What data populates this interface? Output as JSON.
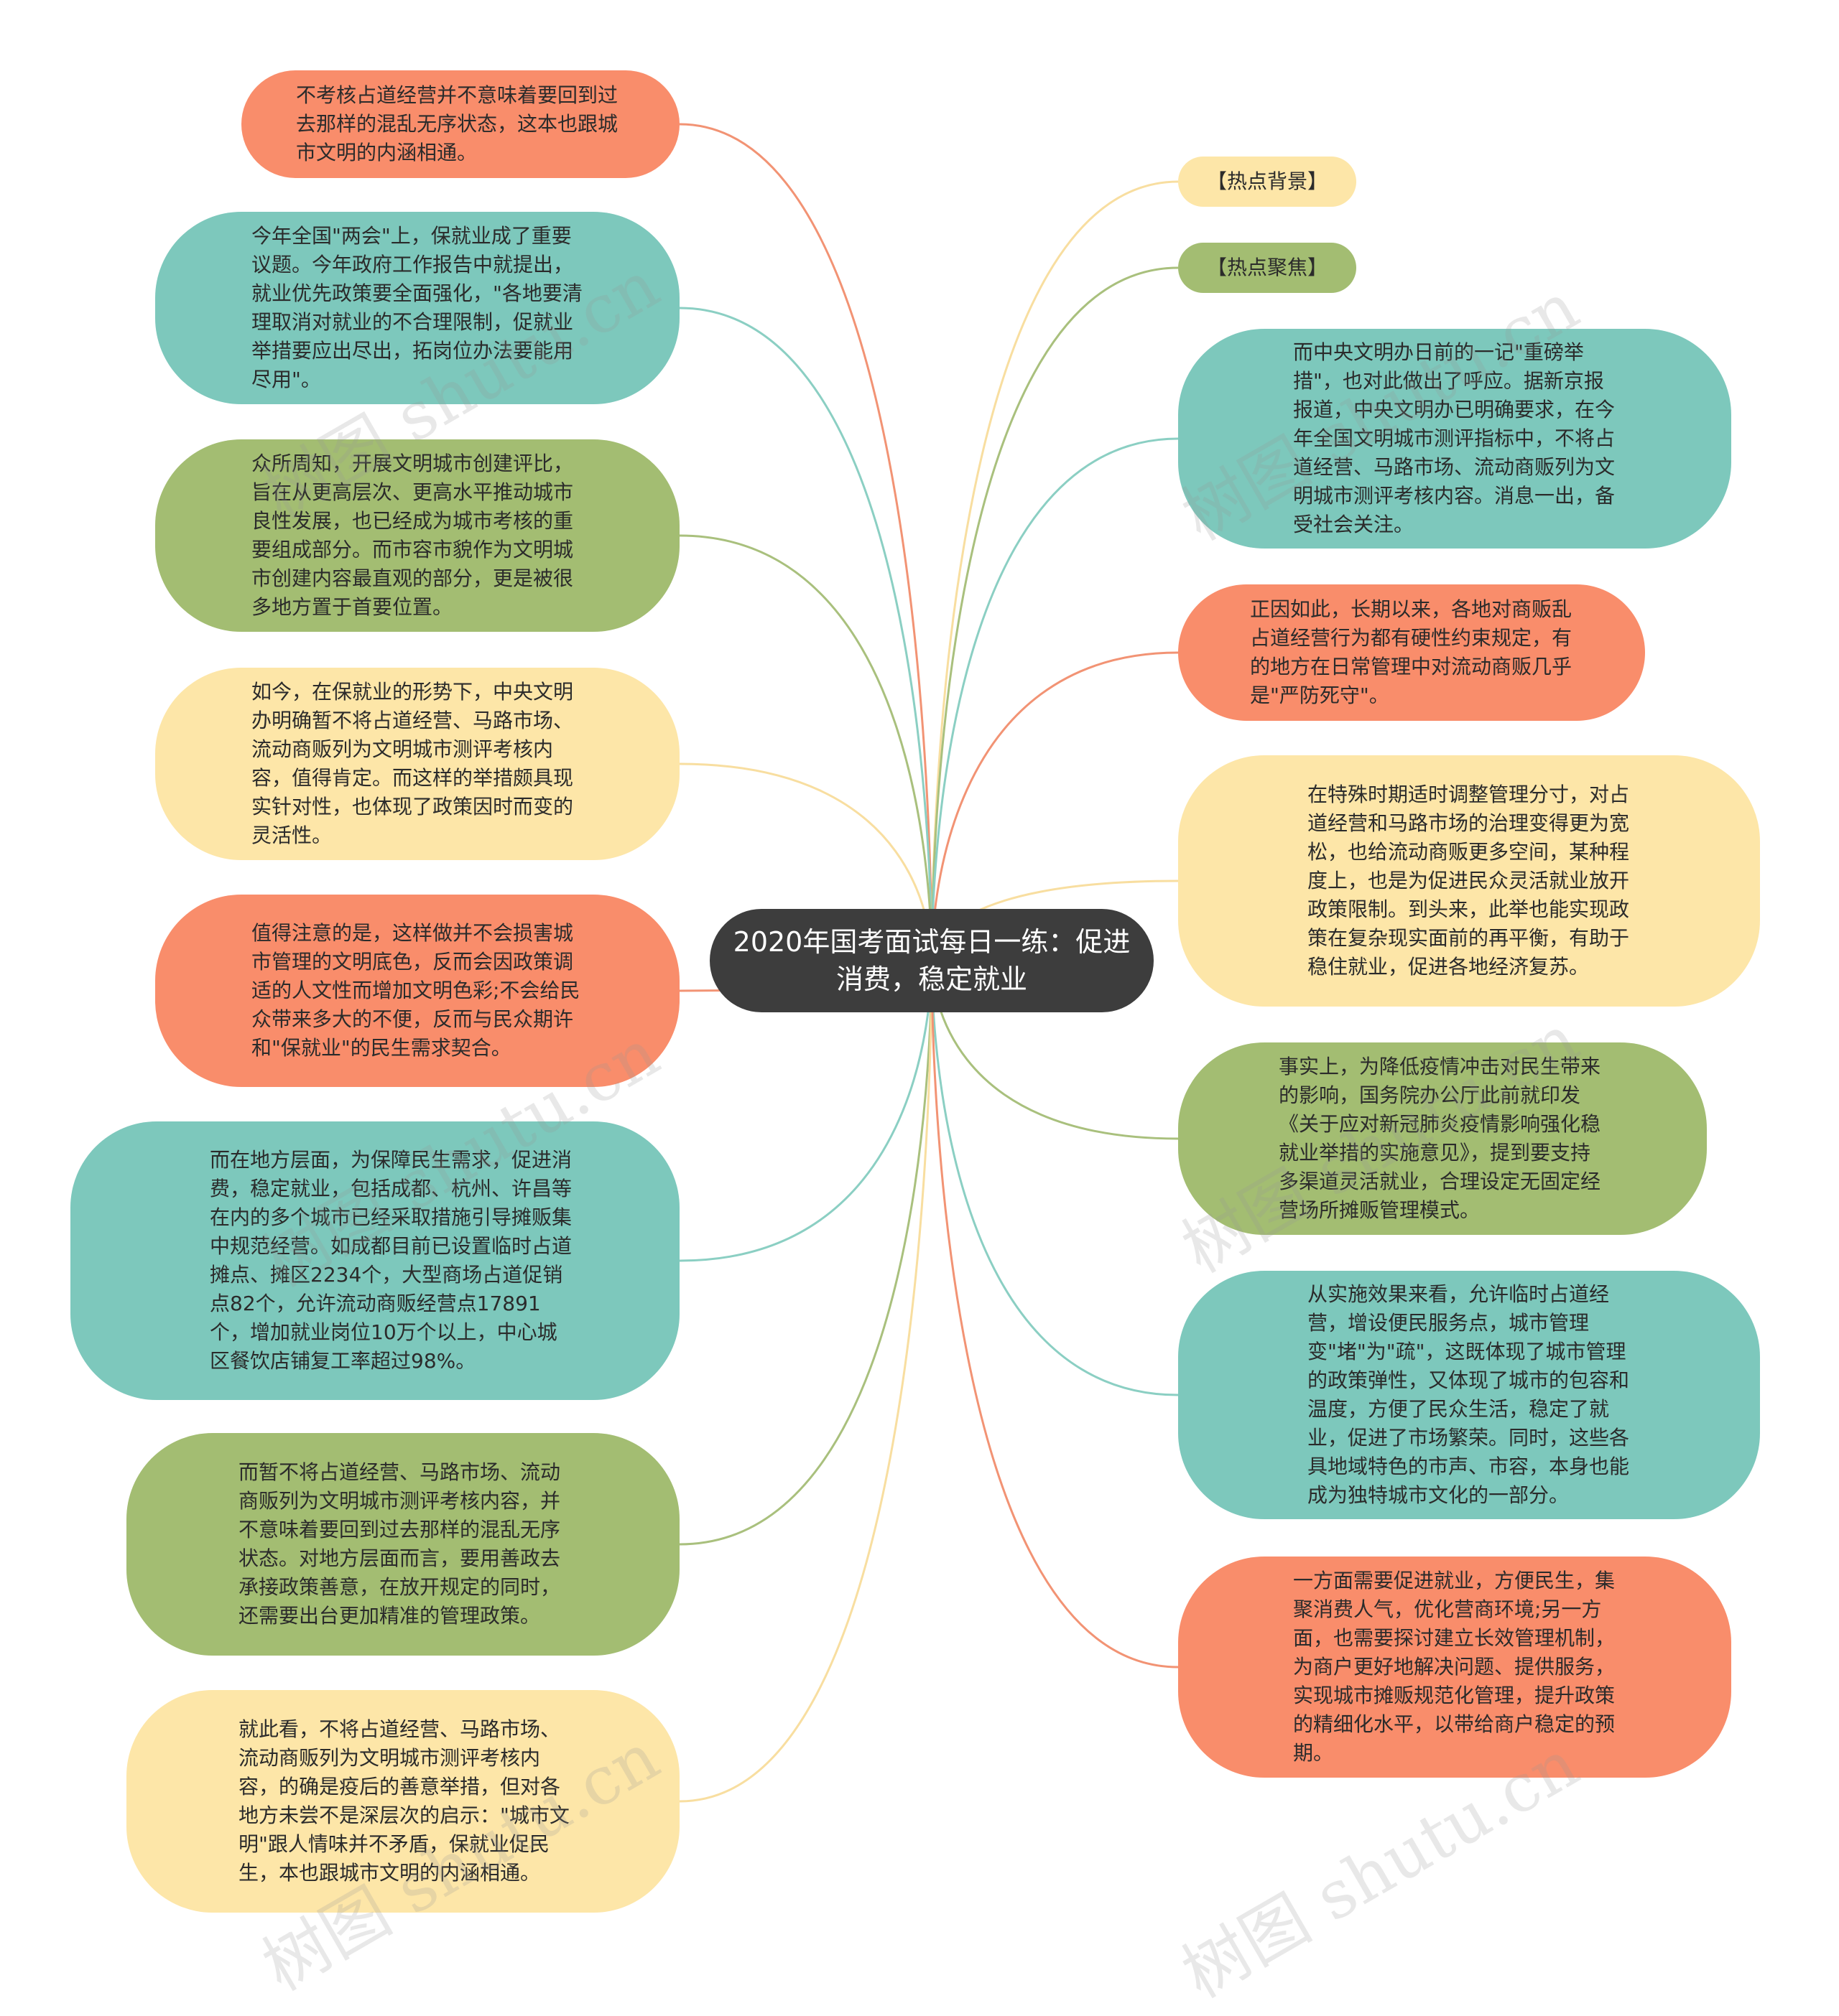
{
  "center": {
    "label": "2020年国考面试每日一练：促进消费，稳定就业"
  },
  "colors": {
    "orange": "#f98d6b",
    "teal": "#7dc8bc",
    "green": "#a3bd72",
    "yellow": "#fde6a8"
  },
  "left_nodes": [
    {
      "color": "orange",
      "text": "不考核占道经营并不意味着要回到过去那样的混乱无序状态，这本也跟城市文明的内涵相通。"
    },
    {
      "color": "teal",
      "text": "今年全国\"两会\"上，保就业成了重要议题。今年政府工作报告中就提出，就业优先政策要全面强化，\"各地要清理取消对就业的不合理限制，促就业举措要应出尽出，拓岗位办法要能用尽用\"。"
    },
    {
      "color": "green",
      "text": "众所周知，开展文明城市创建评比，旨在从更高层次、更高水平推动城市良性发展，也已经成为城市考核的重要组成部分。而市容市貌作为文明城市创建内容最直观的部分，更是被很多地方置于首要位置。"
    },
    {
      "color": "yellow",
      "text": "如今，在保就业的形势下，中央文明办明确暂不将占道经营、马路市场、流动商贩列为文明城市测评考核内容，值得肯定。而这样的举措颇具现实针对性，也体现了政策因时而变的灵活性。"
    },
    {
      "color": "orange",
      "text": "值得注意的是，这样做并不会损害城市管理的文明底色，反而会因政策调适的人文性而增加文明色彩;不会给民众带来多大的不便，反而与民众期许和\"保就业\"的民生需求契合。"
    },
    {
      "color": "teal",
      "text": "而在地方层面，为保障民生需求，促进消费，稳定就业，包括成都、杭州、许昌等在内的多个城市已经采取措施引导摊贩集中规范经营。如成都目前已设置临时占道摊点、摊区2234个，大型商场占道促销点82个，允许流动商贩经营点17891个，增加就业岗位10万个以上，中心城区餐饮店铺复工率超过98%。"
    },
    {
      "color": "green",
      "text": "而暂不将占道经营、马路市场、流动商贩列为文明城市测评考核内容，并不意味着要回到过去那样的混乱无序状态。对地方层面而言，要用善政去承接政策善意，在放开规定的同时，还需要出台更加精准的管理政策。"
    },
    {
      "color": "yellow",
      "text": "就此看，不将占道经营、马路市场、流动商贩列为文明城市测评考核内容，的确是疫后的善意举措，但对各地方未尝不是深层次的启示：\"城市文明\"跟人情味并不矛盾，保就业促民生，本也跟城市文明的内涵相通。"
    }
  ],
  "right_nodes": [
    {
      "color": "yellow",
      "text": "【热点背景】"
    },
    {
      "color": "green",
      "text": "【热点聚焦】"
    },
    {
      "color": "teal",
      "text": "而中央文明办日前的一记\"重磅举措\"，也对此做出了呼应。据新京报报道，中央文明办已明确要求，在今年全国文明城市测评指标中，不将占道经营、马路市场、流动商贩列为文明城市测评考核内容。消息一出，备受社会关注。"
    },
    {
      "color": "orange",
      "text": "正因如此，长期以来，各地对商贩乱占道经营行为都有硬性约束规定，有的地方在日常管理中对流动商贩几乎是\"严防死守\"。"
    },
    {
      "color": "yellow",
      "text": "在特殊时期适时调整管理分寸，对占道经营和马路市场的治理变得更为宽松，也给流动商贩更多空间，某种程度上，也是为促进民众灵活就业放开政策限制。到头来，此举也能实现政策在复杂现实面前的再平衡，有助于稳住就业，促进各地经济复苏。"
    },
    {
      "color": "green",
      "text": "事实上，为降低疫情冲击对民生带来的影响，国务院办公厅此前就印发《关于应对新冠肺炎疫情影响强化稳就业举措的实施意见》，提到要支持多渠道灵活就业，合理设定无固定经营场所摊贩管理模式。"
    },
    {
      "color": "teal",
      "text": "从实施效果来看，允许临时占道经营，增设便民服务点，城市管理变\"堵\"为\"疏\"，这既体现了城市管理的政策弹性，又体现了城市的包容和温度，方便了民众生活，稳定了就业，促进了市场繁荣。同时，这些各具地域特色的市声、市容，本身也能成为独特城市文化的一部分。"
    },
    {
      "color": "orange",
      "text": "一方面需要促进就业，方便民生，集聚消费人气，优化营商环境;另一方面，也需要探讨建立长效管理机制，为商户更好地解决问题、提供服务，实现城市摊贩规范化管理，提升政策的精细化水平，以带给商户稳定的预期。"
    }
  ],
  "watermark": "树图 shutu.cn"
}
